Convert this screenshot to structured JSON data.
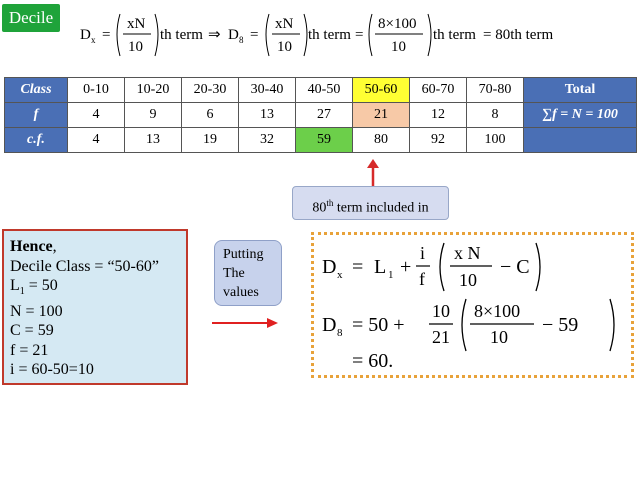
{
  "badge": {
    "label": "Decile"
  },
  "formula": {
    "d_x": "D",
    "d_x_sub": "x",
    "frac1_num": "xN",
    "frac1_den": "10",
    "th_term": "th term",
    "implies": "⇒",
    "d_8": "D",
    "d_8_sub": "8",
    "frac2_num": "xN",
    "frac2_den": "10",
    "frac3_num": "8×100",
    "frac3_den": "10",
    "th_term_eq": "th term",
    "result": "= 80th term",
    "eq": "="
  },
  "table": {
    "headers": {
      "class": "Class",
      "f": "f",
      "cf": "c.f."
    },
    "classes": [
      "0-10",
      "10-20",
      "20-30",
      "30-40",
      "40-50",
      "50-60",
      "60-70",
      "70-80"
    ],
    "f": [
      "4",
      "9",
      "6",
      "13",
      "27",
      "21",
      "12",
      "8"
    ],
    "cf": [
      "4",
      "13",
      "19",
      "32",
      "59",
      "80",
      "92",
      "100"
    ],
    "total_label": "Total",
    "total_value": "∑f = N = 100",
    "highlight_colors": {
      "class_50_60": "#ffff33",
      "f_50_60": "#f7c9a7",
      "cf_40_50": "#6ccf4a",
      "header": "#4a6fb5"
    }
  },
  "callout": {
    "prefix": "80",
    "sup": "th",
    "suffix": " term included in"
  },
  "hence": {
    "title": "Hence",
    "comma": ",",
    "line1": "Decile Class = “50-60”",
    "line2_l": "L",
    "line2_sub": "1",
    "line2_r": " = 50",
    "line3": "N = 100",
    "line4": "C = 59",
    "line5": "f  = 21",
    "line6": "i = 60-50=10"
  },
  "putting": {
    "line1": "Putting",
    "line2": "The",
    "line3": "values"
  },
  "calc": {
    "d_x": "D",
    "d_x_sub": "x",
    "eq": "=",
    "l1": "L",
    "l1_sub": "1",
    "plus": "+",
    "i": "i",
    "f": "f",
    "xn": "x N",
    "ten": "10",
    "minus_c": "− C",
    "d_8": "D",
    "d_8_sub": "8",
    "fifty_plus": "= 50 +",
    "num10": "10",
    "den21": "21",
    "num800": "8×100",
    "den10": "10",
    "minus_59": "− 59",
    "result": "= 60."
  }
}
